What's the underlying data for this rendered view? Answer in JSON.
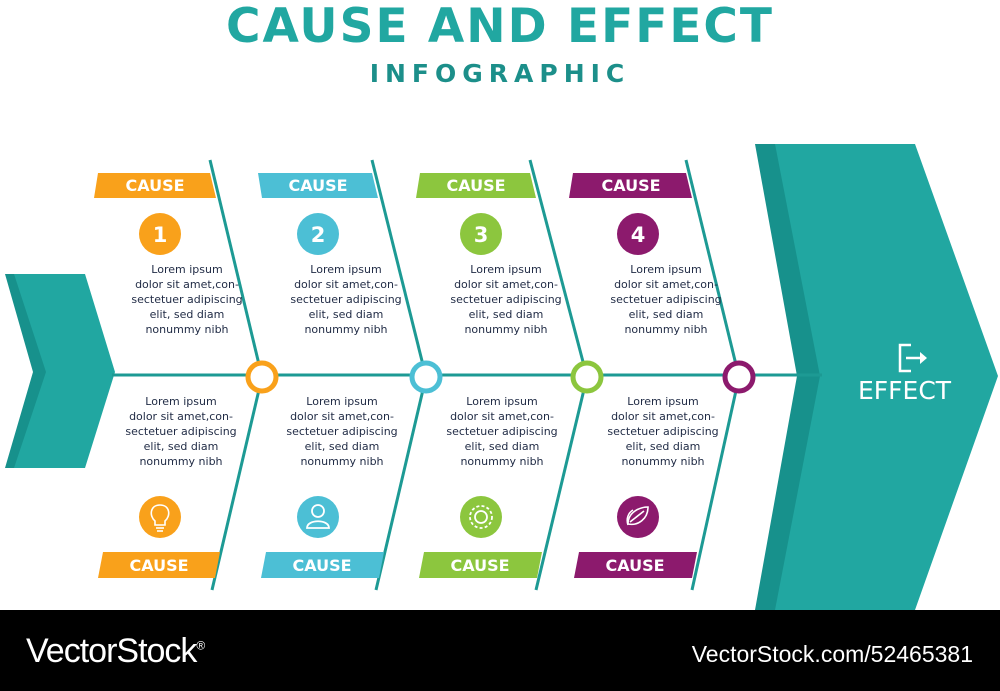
{
  "title": "CAUSE AND EFFECT",
  "subtitle": "INFOGRAPHIC",
  "effect_label": "EFFECT",
  "cause_label": "CAUSE",
  "body_lines": [
    "Lorem ipsum",
    "dolor sit amet,con-",
    "sectetuer adipiscing",
    "elit, sed diam",
    "nonummy nibh"
  ],
  "top_causes": [
    {
      "number": "1",
      "color": "#f9a11b"
    },
    {
      "number": "2",
      "color": "#4cbfd5"
    },
    {
      "number": "3",
      "color": "#8cc63e"
    },
    {
      "number": "4",
      "color": "#8c1a6d"
    }
  ],
  "bottom_causes": [
    {
      "icon": "lightbulb-icon",
      "color": "#f9a11b"
    },
    {
      "icon": "user-icon",
      "color": "#4cbfd5"
    },
    {
      "icon": "gear-icon",
      "color": "#8cc63e"
    },
    {
      "icon": "leaf-icon",
      "color": "#8c1a6d"
    }
  ],
  "colors": {
    "teal": "#21a7a1",
    "teal_dark": "#17918c",
    "spine": "#1d9a94"
  },
  "footer": {
    "brand": "VectorStock",
    "registered": "®",
    "image_id": "VectorStock.com/52465381"
  }
}
